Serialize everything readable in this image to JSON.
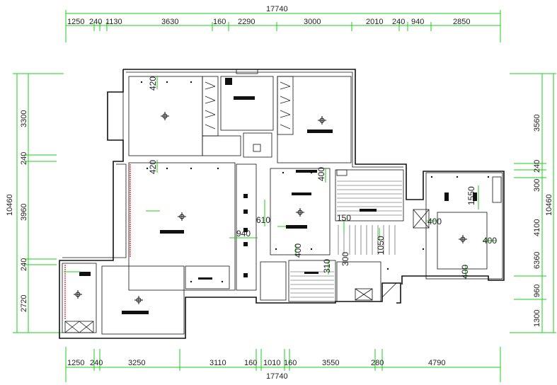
{
  "dims": {
    "top_total": "17740",
    "top": [
      "1250",
      "240",
      "1130",
      "3630",
      "160",
      "2290",
      "3000",
      "2010",
      "240",
      "940",
      "2850"
    ],
    "bottom_total": "17740",
    "bottom": [
      "1250",
      "240",
      "3250",
      "3110",
      "160",
      "1010",
      "160",
      "3550",
      "280",
      "4790"
    ],
    "left_total": "10460",
    "left": [
      "3300",
      "240",
      "3960",
      "240",
      "2720"
    ],
    "right_total": "10460",
    "right": [
      "3560",
      "240",
      "300",
      "4100",
      "6360",
      "960",
      "1300"
    ]
  },
  "room_labels": [
    "420",
    "420",
    "400",
    "610",
    "940",
    "400",
    "150",
    "1050",
    "310",
    "300",
    "1550",
    "400",
    "400",
    "400"
  ],
  "colors": {
    "dimension_line": "#1bd11b",
    "wall": "#111111",
    "accent": "#e63232"
  }
}
